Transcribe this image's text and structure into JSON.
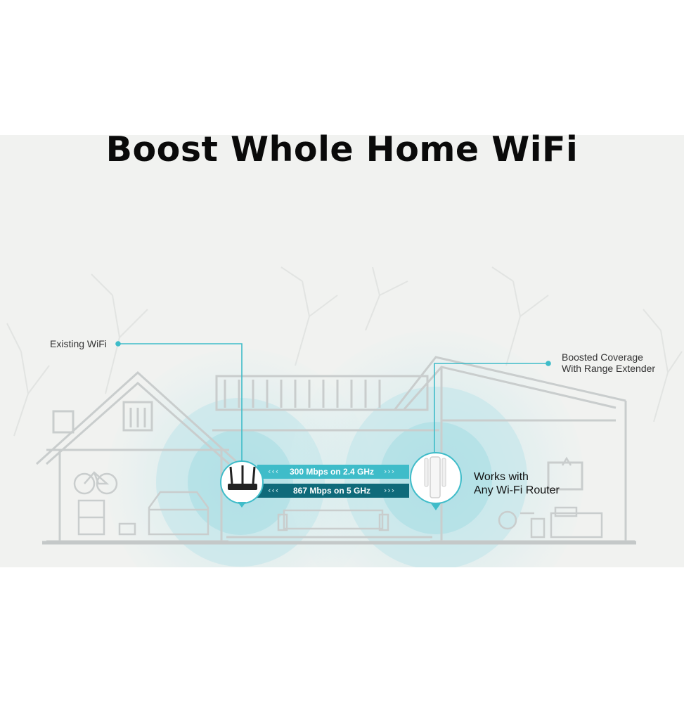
{
  "headline": "Boost Whole Home WiFi",
  "callouts": {
    "existing_wifi": "Existing WiFi",
    "boosted_line1": "Boosted Coverage",
    "boosted_line2": "With Range Extender"
  },
  "bands": {
    "band_24": "300 Mbps on 2.4 GHz",
    "band_5": "867 Mbps on 5 GHz",
    "chevrons_left": "‹‹‹",
    "chevrons_right": "›››"
  },
  "compatibility": {
    "line1": "Works with",
    "line2": "Any Wi-Fi Router"
  },
  "colors": {
    "accent_teal": "#3fbcc9",
    "dark_teal": "#0f6a7a",
    "house_line": "#c9cdcd",
    "background": "#f1f2f0"
  },
  "icons": [
    "router-icon",
    "range-extender-icon",
    "bicycle-icon",
    "car-icon",
    "sofa-icon",
    "bed-icon",
    "desk-lamp-icon"
  ]
}
